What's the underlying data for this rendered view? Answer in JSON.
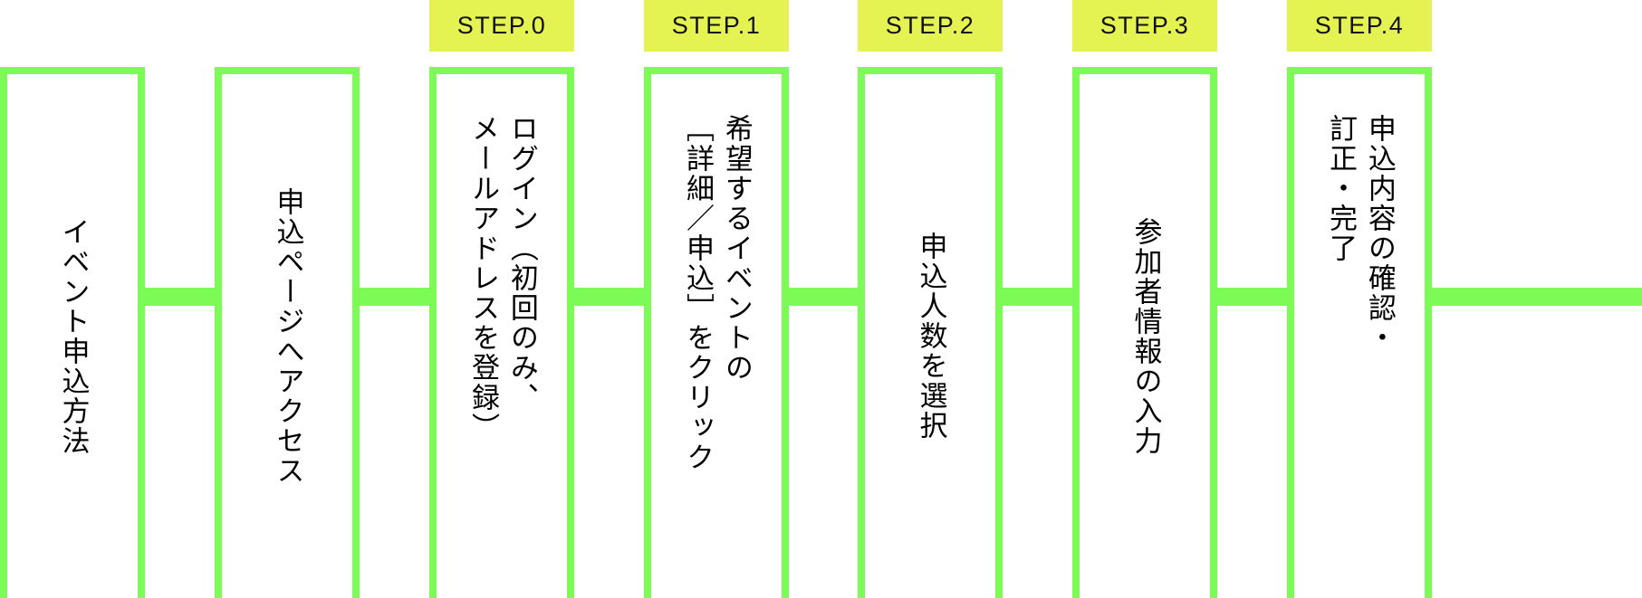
{
  "colors": {
    "border_green": "#7cfa55",
    "badge_yellow_green": "#e4f252",
    "text": "#000000",
    "background": "#ffffff"
  },
  "diagram": {
    "type": "horizontal-step-flow",
    "title_box_count": 2,
    "step_count": 5,
    "columns": [
      {
        "id": "intro-1",
        "badge": null,
        "lines": [
          "イベント申込方法"
        ]
      },
      {
        "id": "intro-2",
        "badge": null,
        "lines": [
          "申込ページへアクセス"
        ]
      },
      {
        "id": "step-0",
        "badge": "STEP.0",
        "lines": [
          "ログイン（初回のみ、",
          "メールアドレスを登録）"
        ],
        "full_text": "ログイン（初回のみ、メールアドレスを登録）"
      },
      {
        "id": "step-1",
        "badge": "STEP.1",
        "lines": [
          "希望するイベントの",
          "［詳細／申込］をクリック"
        ],
        "full_text": "希望するイベントの［詳細／申込］をクリック"
      },
      {
        "id": "step-2",
        "badge": "STEP.2",
        "lines": [
          "申込人数を選択"
        ],
        "full_text": "申込人数を選択"
      },
      {
        "id": "step-3",
        "badge": "STEP.3",
        "lines": [
          "参加者情報の入力"
        ],
        "full_text": "参加者情報の入力"
      },
      {
        "id": "step-4",
        "badge": "STEP.4",
        "lines": [
          "申込内容の確認・",
          "訂正・完了"
        ],
        "full_text": "申込内容の確認・訂正・完了"
      }
    ]
  }
}
